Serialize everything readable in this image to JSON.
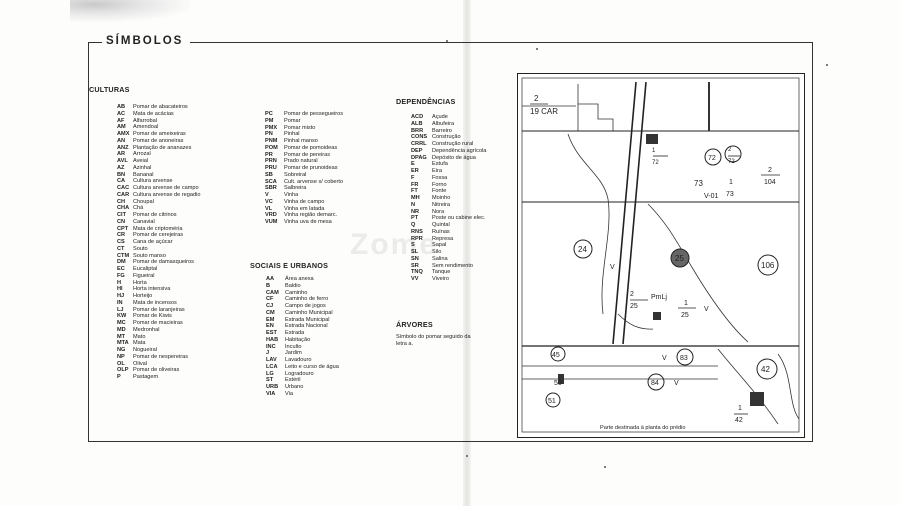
{
  "title": "SÍMBOLOS",
  "watermark": "Zome",
  "culturas": {
    "heading": "CULTURAS",
    "items": [
      {
        "code": "AB",
        "label": "Pomar de abacateiros"
      },
      {
        "code": "AC",
        "label": "Mata de acácias"
      },
      {
        "code": "AF",
        "label": "Alfarrobal"
      },
      {
        "code": "AM",
        "label": "Amendoal"
      },
      {
        "code": "AMX",
        "label": "Pomar de ameixeiras"
      },
      {
        "code": "AN",
        "label": "Pomar de anoneiras"
      },
      {
        "code": "ANZ",
        "label": "Plantação de ananazes"
      },
      {
        "code": "AR",
        "label": "Arrozal"
      },
      {
        "code": "AVL",
        "label": "Aveial"
      },
      {
        "code": "AZ",
        "label": "Azinhal"
      },
      {
        "code": "BN",
        "label": "Bananal"
      },
      {
        "code": "CA",
        "label": "Cultura arvense"
      },
      {
        "code": "CAC",
        "label": "Cultura arvense de campo"
      },
      {
        "code": "CAR",
        "label": "Cultura arvense de regadio"
      },
      {
        "code": "CH",
        "label": "Choupal"
      },
      {
        "code": "CHA",
        "label": "Chá"
      },
      {
        "code": "CIT",
        "label": "Pomar de citrinos"
      },
      {
        "code": "CN",
        "label": "Canavial"
      },
      {
        "code": "CPT",
        "label": "Mata de criptoméria"
      },
      {
        "code": "CR",
        "label": "Pomar de cerejeiras"
      },
      {
        "code": "CS",
        "label": "Cana de açúcar"
      },
      {
        "code": "CT",
        "label": "Souto"
      },
      {
        "code": "CTM",
        "label": "Souto manso"
      },
      {
        "code": "DM",
        "label": "Pomar de damasqueiros"
      },
      {
        "code": "EC",
        "label": "Eucaliptal"
      },
      {
        "code": "FG",
        "label": "Figueiral"
      },
      {
        "code": "H",
        "label": "Horta"
      },
      {
        "code": "HI",
        "label": "Horta intensiva"
      },
      {
        "code": "HJ",
        "label": "Horteijo"
      },
      {
        "code": "IN",
        "label": "Mata de incensos"
      },
      {
        "code": "LJ",
        "label": "Pomar de laranjeiras"
      },
      {
        "code": "KW",
        "label": "Pomar de Kiwis"
      },
      {
        "code": "MC",
        "label": "Pomar de macieiras"
      },
      {
        "code": "MD",
        "label": "Medronhal"
      },
      {
        "code": "MT",
        "label": "Mato"
      },
      {
        "code": "MTA",
        "label": "Mata"
      },
      {
        "code": "NG",
        "label": "Nogueiral"
      },
      {
        "code": "NP",
        "label": "Pomar de nespereiras"
      },
      {
        "code": "OL",
        "label": "Olival"
      },
      {
        "code": "OLP",
        "label": "Pomar de oliveiras"
      },
      {
        "code": "P",
        "label": "Pastagem"
      }
    ]
  },
  "culturas2": {
    "items": [
      {
        "code": "PC",
        "label": "Pomar de pessegueiros"
      },
      {
        "code": "PM",
        "label": "Pomar"
      },
      {
        "code": "PMX",
        "label": "Pomar misto"
      },
      {
        "code": "PN",
        "label": "Pinhal"
      },
      {
        "code": "PNM",
        "label": "Pinhal manso"
      },
      {
        "code": "POM",
        "label": "Pomar de pomoideas"
      },
      {
        "code": "PR",
        "label": "Pomar de pereiras"
      },
      {
        "code": "PRN",
        "label": "Prado natural"
      },
      {
        "code": "PRU",
        "label": "Pomar de prunoideas"
      },
      {
        "code": "SB",
        "label": "Sobreiral"
      },
      {
        "code": "SCA",
        "label": "Cult. arvense s/ coberto"
      },
      {
        "code": "SBR",
        "label": "Salbreira"
      },
      {
        "code": "V",
        "label": "Vinha"
      },
      {
        "code": "VC",
        "label": "Vinha de campo"
      },
      {
        "code": "VL",
        "label": "Vinha em latada"
      },
      {
        "code": "VRD",
        "label": "Vinha região demarc."
      },
      {
        "code": "VUM",
        "label": "Vinha uva de mesa"
      }
    ]
  },
  "sociais": {
    "heading": "SOCIAIS E URBANOS",
    "items": [
      {
        "code": "AA",
        "label": "Área anexa"
      },
      {
        "code": "B",
        "label": "Baldio"
      },
      {
        "code": "CAM",
        "label": "Caminho"
      },
      {
        "code": "CF",
        "label": "Caminho de ferro"
      },
      {
        "code": "CJ",
        "label": "Campo de jogos"
      },
      {
        "code": "CM",
        "label": "Caminho Municipal"
      },
      {
        "code": "EM",
        "label": "Estrada Municipal"
      },
      {
        "code": "EN",
        "label": "Estrada Nacional"
      },
      {
        "code": "EST",
        "label": "Estrada"
      },
      {
        "code": "HAB",
        "label": "Habitação"
      },
      {
        "code": "INC",
        "label": "Inculto"
      },
      {
        "code": "J",
        "label": "Jardim"
      },
      {
        "code": "LAV",
        "label": "Lavadouro"
      },
      {
        "code": "LCA",
        "label": "Leito e curso de água"
      },
      {
        "code": "LG",
        "label": "Logradouro"
      },
      {
        "code": "ST",
        "label": "Estéril"
      },
      {
        "code": "URB",
        "label": "Urbano"
      },
      {
        "code": "VIA",
        "label": "Via"
      }
    ]
  },
  "dependencias": {
    "heading": "DEPENDÊNCIAS",
    "items": [
      {
        "code": "ACD",
        "label": "Açude"
      },
      {
        "code": "ALB",
        "label": "Albufeira"
      },
      {
        "code": "BRR",
        "label": "Barreiro"
      },
      {
        "code": "CONS",
        "label": "Construção"
      },
      {
        "code": "CRRL",
        "label": "Construção rural"
      },
      {
        "code": "DEP",
        "label": "Dependência agrícola"
      },
      {
        "code": "DPAG",
        "label": "Depósito de água"
      },
      {
        "code": "E",
        "label": "Estufa"
      },
      {
        "code": "ER",
        "label": "Eira"
      },
      {
        "code": "F",
        "label": "Fossa"
      },
      {
        "code": "FR",
        "label": "Forno"
      },
      {
        "code": "FT",
        "label": "Fonte"
      },
      {
        "code": "MH",
        "label": "Moinho"
      },
      {
        "code": "N",
        "label": "Nitreira"
      },
      {
        "code": "NR",
        "label": "Nora"
      },
      {
        "code": "PT",
        "label": "Poste ou cabine elec."
      },
      {
        "code": "Q",
        "label": "Quintal"
      },
      {
        "code": "RNS",
        "label": "Ruínas"
      },
      {
        "code": "RPR",
        "label": "Represa"
      },
      {
        "code": "S",
        "label": "Sapal"
      },
      {
        "code": "SL",
        "label": "Silo"
      },
      {
        "code": "SN",
        "label": "Salina"
      },
      {
        "code": "SR",
        "label": "Sem rendimento"
      },
      {
        "code": "TNQ",
        "label": "Tanque"
      },
      {
        "code": "VV",
        "label": "Viveiro"
      }
    ]
  },
  "arvores": {
    "heading": "ÁRVORES",
    "line1": "Símbolo do pomar seguido da",
    "line2": "letra a."
  },
  "map": {
    "caption": "Parte destinada à planta do prédio",
    "labels": {
      "car_num": "2",
      "car_den": "19 CAR",
      "p72a_num": "1",
      "p72a_den": "72",
      "p72": "72",
      "p72b_num": "2",
      "p72b_den": "72",
      "p104_num": "2",
      "p104_den": "104",
      "p73_num": "1",
      "p73_den": "73",
      "p73": "73",
      "v01": "V-01",
      "p24": "24",
      "v_a": "V",
      "p25": "25",
      "p106": "106",
      "pml_num": "2",
      "pml_den": "25",
      "pml_txt": "PmLj",
      "p25b_num": "1",
      "p25b_den": "25",
      "v_b": "V",
      "p45": "45",
      "p83": "83",
      "v_c": "V",
      "p42": "42",
      "p50": "50",
      "p84": "84",
      "v_d": "V",
      "p51": "51",
      "p42b_num": "1",
      "p42b_den": "42"
    }
  }
}
